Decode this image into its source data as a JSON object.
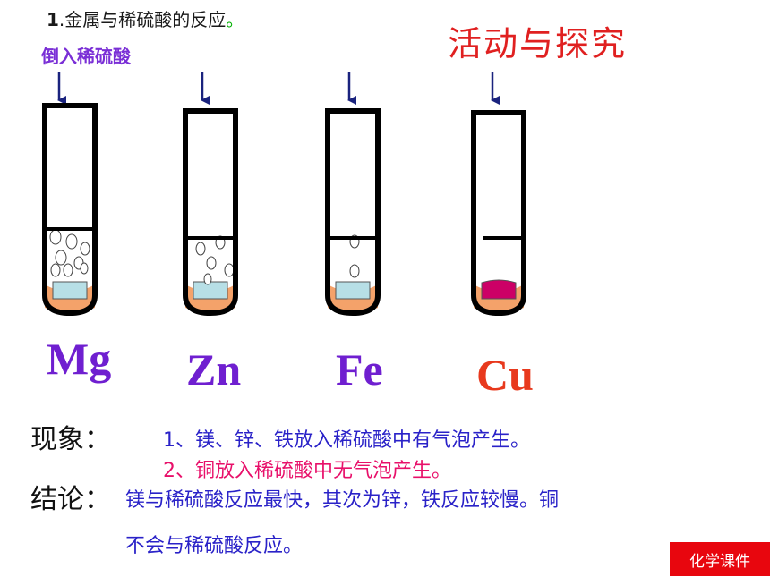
{
  "heading": {
    "number": "1",
    "text": ".金属与稀硫酸的反应",
    "dot": "。"
  },
  "pour_label": "倒入稀硫酸",
  "activity_title": "活动与探究",
  "tubes": [
    {
      "metal": "Mg",
      "solid_color": "#b7dfe6",
      "bubbles": "many"
    },
    {
      "metal": "Zn",
      "solid_color": "#b7dfe6",
      "bubbles": "some"
    },
    {
      "metal": "Fe",
      "solid_color": "#b7dfe6",
      "bubbles": "few"
    },
    {
      "metal": "Cu",
      "solid_color": "#cc0066",
      "bubbles": "none"
    }
  ],
  "observation": {
    "label": "现象：",
    "line1": "1、镁、锌、铁放入稀硫酸中有气泡产生。",
    "line2": "2、铜放入稀硫酸中无气泡产生。"
  },
  "conclusion": {
    "label": "结论：",
    "line1": "镁与稀硫酸反应最快，其次为锌，铁反应较慢。铜",
    "line2": "不会与稀硫酸反应。"
  },
  "badge": "化学课件",
  "colors": {
    "heading_purple": "#7a2fd6",
    "title_red": "#e02020",
    "metal_purple": "#6f1fd0",
    "cu_red": "#e8391d",
    "text_blue": "#2a22c8",
    "text_pink": "#e8106a"
  }
}
